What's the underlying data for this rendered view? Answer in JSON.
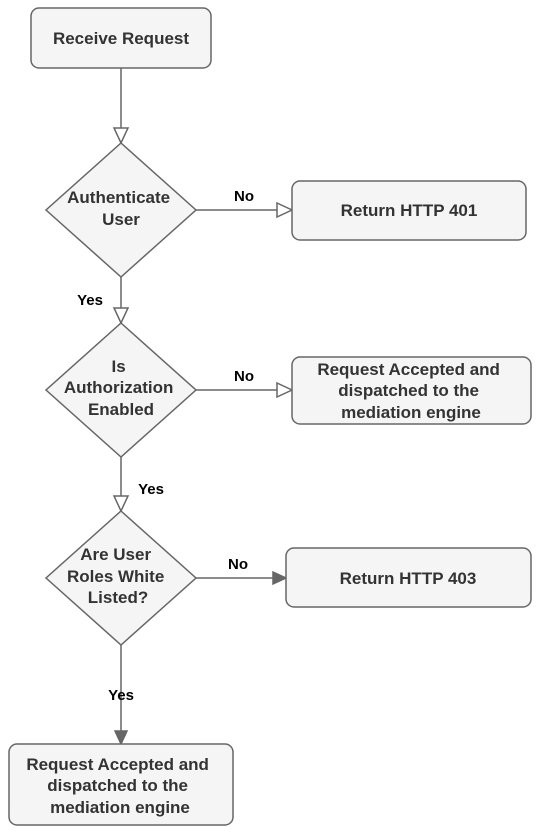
{
  "nodes": {
    "receive_request": {
      "lines": [
        "Receive Request"
      ]
    },
    "authenticate_user": {
      "lines": [
        "Authenticate",
        "User"
      ]
    },
    "authorization_enabled": {
      "lines": [
        "Is",
        "Authorization",
        "Enabled"
      ]
    },
    "roles_white_listed": {
      "lines": [
        "Are User",
        "Roles White",
        "Listed?"
      ]
    },
    "return_401": {
      "lines": [
        "Return HTTP 401"
      ]
    },
    "accepted_right": {
      "lines": [
        "Request Accepted and",
        "dispatched to the",
        "mediation engine"
      ]
    },
    "return_403": {
      "lines": [
        "Return HTTP 403"
      ]
    },
    "accepted_bottom": {
      "lines": [
        "Request Accepted and",
        "dispatched to the",
        "mediation engine"
      ]
    }
  },
  "edges": {
    "auth_no": "No",
    "auth_yes": "Yes",
    "authz_no": "No",
    "authz_yes": "Yes",
    "roles_no": "No",
    "roles_yes": "Yes"
  },
  "colors": {
    "node_fill": "#f5f5f5",
    "node_stroke": "#666666",
    "text": "#333333"
  }
}
